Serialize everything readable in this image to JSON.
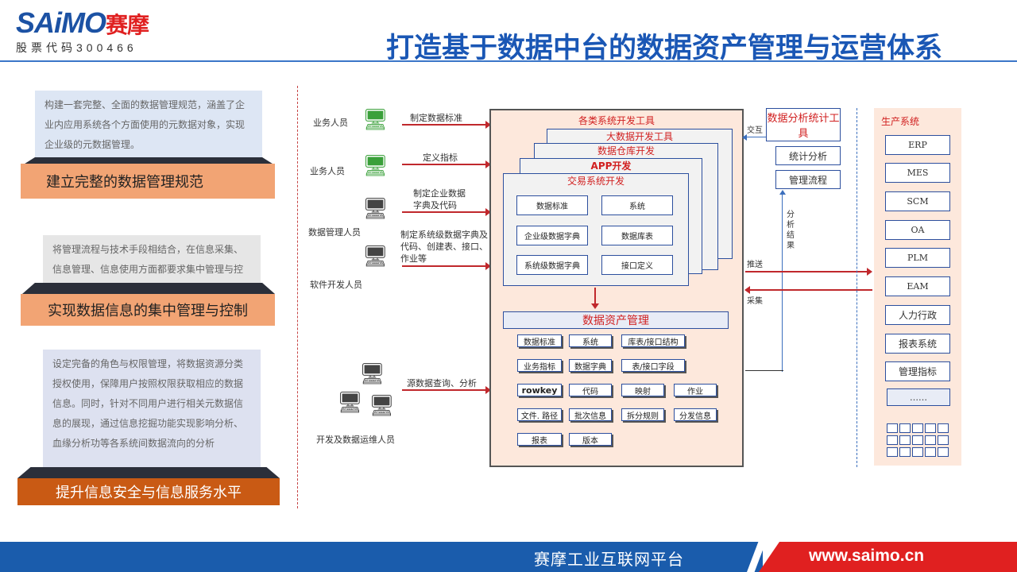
{
  "header": {
    "logo_main": "SAiMO",
    "logo_cn": "赛摩",
    "logo_sub": "股票代码300466",
    "title": "打造基于数据中台的数据资产管理与运营体系"
  },
  "left": {
    "panel1": {
      "note": "构建一套完整、全面的数据管理规范，涵盖了企业内应用系统各个方面使用的元数据对象，实现企业级的元数据管理。",
      "bar": "建立完整的数据管理规范"
    },
    "panel2": {
      "note": "将管理流程与技术手段相结合，在信息采集、信息管理、信息使用方面都要求集中管理与控制，确保数据的质量和有效性",
      "bar": "实现数据信息的集中管理与控制"
    },
    "panel3": {
      "note": "设定完备的角色与权限管理，将数据资源分类授权使用，保障用户按照权限获取相应的数据信息。同时，针对不同用户进行相关元数据信息的展现，通过信息挖掘功能实现影响分析、血缘分析功等各系统间数据流向的分析",
      "bar": "提升信息安全与信息服务水平"
    }
  },
  "actors": [
    {
      "role": "业务人员",
      "action": "制定数据标准"
    },
    {
      "role": "业务人员",
      "action": "定义指标"
    },
    {
      "role": "数据管理人员",
      "action": "制定企业数据字典及代码"
    },
    {
      "role": "软件开发人员",
      "action": "制定系统级数据字典及代码、创建表、接口、作业等"
    },
    {
      "role": "开发及数据运维人员",
      "action": "源数据查询、分析"
    }
  ],
  "layers": {
    "l1": "各类系统开发工具",
    "l2": "大数据开发工具",
    "l3": "数据仓库开发",
    "l4": "APP开发",
    "l5": "交易系统开发"
  },
  "dev_cells": [
    "数据标准",
    "系统",
    "企业级数据字典",
    "数据库表",
    "系统级数据字典",
    "接口定义"
  ],
  "asset": {
    "title": "数据资产管理",
    "rows": [
      [
        "数据标准",
        "系统",
        "库表/接口结构"
      ],
      [
        "业务指标",
        "数据字典",
        "表/接口字段"
      ],
      [
        "rowkey",
        "代码",
        "映射",
        "作业"
      ],
      [
        "文件. 路径",
        "批次信息",
        "拆分规则",
        "分发信息"
      ],
      [
        "报表",
        "版本"
      ]
    ]
  },
  "tools": {
    "title": "数据分析统计工具",
    "t1": "统计分析",
    "t2": "管理流程",
    "interact": "交互",
    "vertical": "分析结果",
    "push": "推送",
    "collect": "采集"
  },
  "production": {
    "title": "生产系统",
    "items": [
      "ERP",
      "MES",
      "SCM",
      "OA",
      "PLM",
      "EAM",
      "人力行政",
      "报表系统",
      "管理指标",
      "……"
    ]
  },
  "footer": {
    "platform": "赛摩工业互联网平台",
    "url": "www.saimo.cn"
  },
  "colors": {
    "brand_blue": "#1a57b5",
    "accent_red": "#e02020",
    "orange": "#f2a474"
  }
}
